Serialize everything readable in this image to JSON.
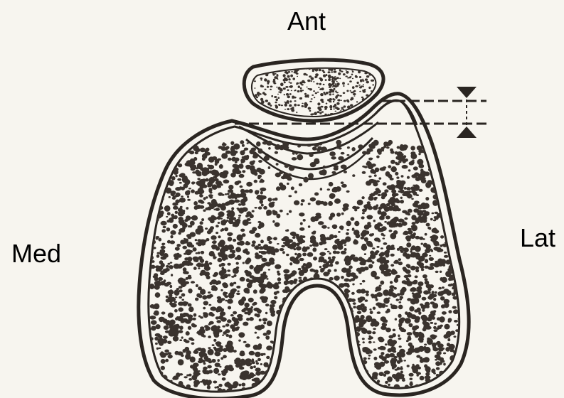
{
  "figure": {
    "labels": {
      "anterior": "Ant",
      "medial": "Med",
      "lateral": "Lat"
    },
    "colors": {
      "ink": "#2a2521",
      "paper": "#f7f5ef",
      "marrow_fill": "#3a332e"
    },
    "icons": {
      "measure_marker": "double-triangle-gap-marker"
    }
  }
}
